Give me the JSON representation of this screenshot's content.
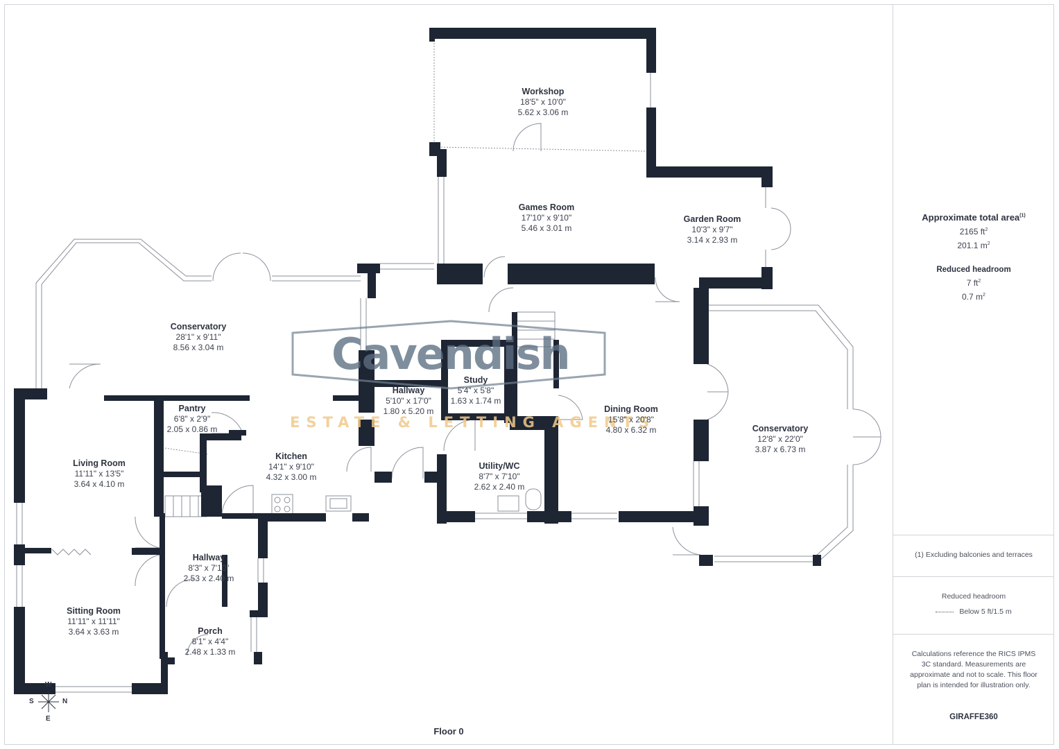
{
  "rooms": [
    {
      "name": "Workshop",
      "imperial": "18'5\" x 10'0\"",
      "metric": "5.62 x 3.06 m"
    },
    {
      "name": "Games Room",
      "imperial": "17'10\" x 9'10\"",
      "metric": "5.46 x 3.01 m"
    },
    {
      "name": "Garden Room",
      "imperial": "10'3\" x 9'7\"",
      "metric": "3.14 x 2.93 m"
    },
    {
      "name": "Conservatory",
      "imperial": "28'1\" x 9'11\"",
      "metric": "8.56 x 3.04 m"
    },
    {
      "name": "Study",
      "imperial": "5'4\" x 5'8\"",
      "metric": "1.63 x 1.74 m"
    },
    {
      "name": "Hallway",
      "imperial": "5'10\" x 17'0\"",
      "metric": "1.80 x 5.20 m"
    },
    {
      "name": "Pantry",
      "imperial": "6'8\" x 2'9\"",
      "metric": "2.05 x 0.86 m"
    },
    {
      "name": "Dining Room",
      "imperial": "15'8\" x 20'8\"",
      "metric": "4.80 x 6.32 m"
    },
    {
      "name": "Conservatory",
      "imperial": "12'8\" x 22'0\"",
      "metric": "3.87 x 6.73 m"
    },
    {
      "name": "Living Room",
      "imperial": "11'11\" x 13'5\"",
      "metric": "3.64 x 4.10 m"
    },
    {
      "name": "Kitchen",
      "imperial": "14'1\" x 9'10\"",
      "metric": "4.32 x 3.00 m"
    },
    {
      "name": "Utility/WC",
      "imperial": "8'7\" x 7'10\"",
      "metric": "2.62 x 2.40 m"
    },
    {
      "name": "Hallway",
      "imperial": "8'3\" x 7'10\"",
      "metric": "2.53 x 2.40 m"
    },
    {
      "name": "Sitting Room",
      "imperial": "11'11\" x 11'11\"",
      "metric": "3.64 x 3.63 m"
    },
    {
      "name": "Porch",
      "imperial": "8'1\" x 4'4\"",
      "metric": "2.48 x 1.33 m"
    }
  ],
  "floor_label": "Floor 0",
  "compass": {
    "top": "W",
    "left": "S",
    "right": "N",
    "bottom": "E"
  },
  "watermark": {
    "brand": "Cavendish",
    "tagline": "ESTATE & LETTING AGENTS"
  },
  "sidebar": {
    "area_title": "Approximate total area",
    "area_footnote_mark": "(1)",
    "area_ft": "2165 ft",
    "area_m": "201.1 m",
    "reduced_title": "Reduced headroom",
    "reduced_ft": "7 ft",
    "reduced_m": "0.7 m",
    "footnote": "(1) Excluding balconies and terraces",
    "legend_title": "Reduced headroom",
    "legend_item": "Below 5 ft/1.5 m",
    "disclaimer": "Calculations reference the RICS IPMS 3C standard. Measurements are approximate and not to scale. This floor plan is intended for illustration only.",
    "brand": "GIRAFFE360"
  },
  "colors": {
    "wall": "#1e2533",
    "text": "#2d3340",
    "watermark": "#5c6f82",
    "tagline": "#f0c98a",
    "divider": "#d2d4d8"
  }
}
